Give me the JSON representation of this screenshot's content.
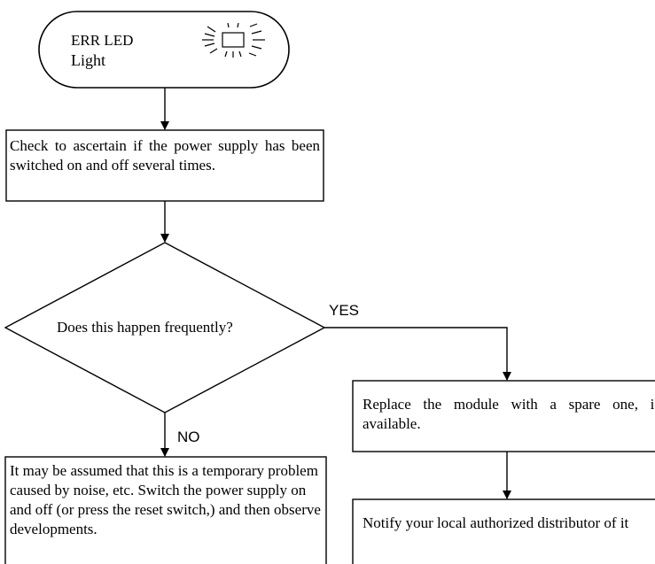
{
  "start": {
    "line1": "ERR LED",
    "line2": "Light",
    "icon": "blinking-led-icon"
  },
  "step1": {
    "text": "Check to ascertain if the power supply has been switched on and off several times."
  },
  "decision": {
    "question": "Does this happen frequently?",
    "yes_label": "YES",
    "no_label": "NO"
  },
  "no_branch": {
    "text": "It may be assumed that this is a temporary problem caused by noise, etc. Switch the power supply on and off (or press the reset switch,) and then observe developments."
  },
  "yes_branch": {
    "step1": "Replace the module with a spare one, if available.",
    "step2": "Notify your local authorized distributor of it"
  }
}
